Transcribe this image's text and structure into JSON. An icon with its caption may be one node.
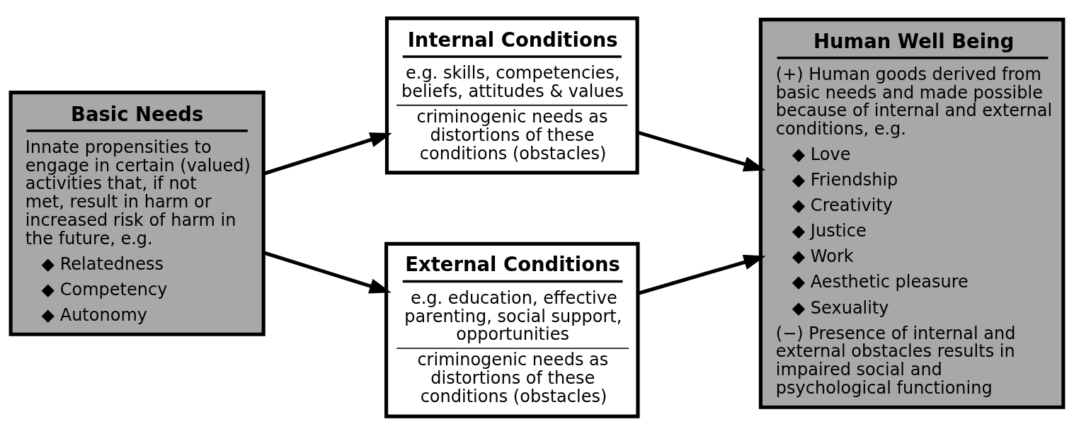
{
  "diagram": {
    "nodes": [
      {
        "text": [
          "Basic Needs",
          "Innate propensities to engage in certain (valued) activities that, if not met, result in harm or increased risk of harm in the future, e.g.",
          "◆ Relatedness",
          "◆ Competency",
          "◆ Autonomy"
        ]
      },
      {
        "text": [
          "Internal Conditions",
          "e.g. skills, competencies, beliefs, attitudes & values",
          "criminogenic needs as distortions of these conditions (obstacles)"
        ]
      },
      {
        "text": [
          "External Conditions",
          "e.g. education, effective parenting, social support, opportunities",
          "criminogenic needs as distortions of these conditions (obstacles)"
        ]
      },
      {
        "text": [
          "Human Well Being",
          "(+) Human goods derived from basic needs and made possible because of internal and external conditions, e.g.",
          "◆ Love",
          "◆ Friendship",
          "◆ Creativity",
          "◆ Justice",
          "◆ Work",
          "◆ Aesthetic pleasure",
          "◆ Sexuality",
          "(−) Presence of internal and external obstacles results in impaired social and psychological functioning"
        ]
      }
    ],
    "edges": [
      {
        "from": 0,
        "to": 1,
        "arrow": "to"
      },
      {
        "from": 0,
        "to": 2,
        "arrow": "to"
      },
      {
        "from": 1,
        "to": 3,
        "arrow": "to"
      },
      {
        "from": 2,
        "to": 3,
        "arrow": "to"
      }
    ]
  }
}
